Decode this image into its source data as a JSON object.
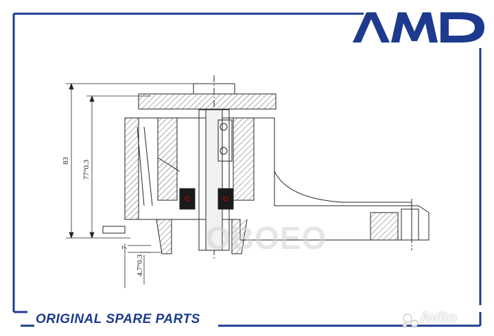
{
  "brand": {
    "logo_text": "AMD",
    "color": "#1d3a8f"
  },
  "footer": {
    "label": "ORIGINAL SPARE PARTS"
  },
  "watermark": {
    "text": "Avito",
    "center_text": "OBOEO"
  },
  "drawing": {
    "dimensions": [
      {
        "id": "overall_height",
        "text": "83"
      },
      {
        "id": "inner_height",
        "text": "77°0.3"
      },
      {
        "id": "offset_small",
        "text": "7"
      },
      {
        "id": "offset_lower",
        "text": "4.7°0.3"
      }
    ],
    "line_color": "#222222",
    "frame_color": "#1d3a8f"
  }
}
